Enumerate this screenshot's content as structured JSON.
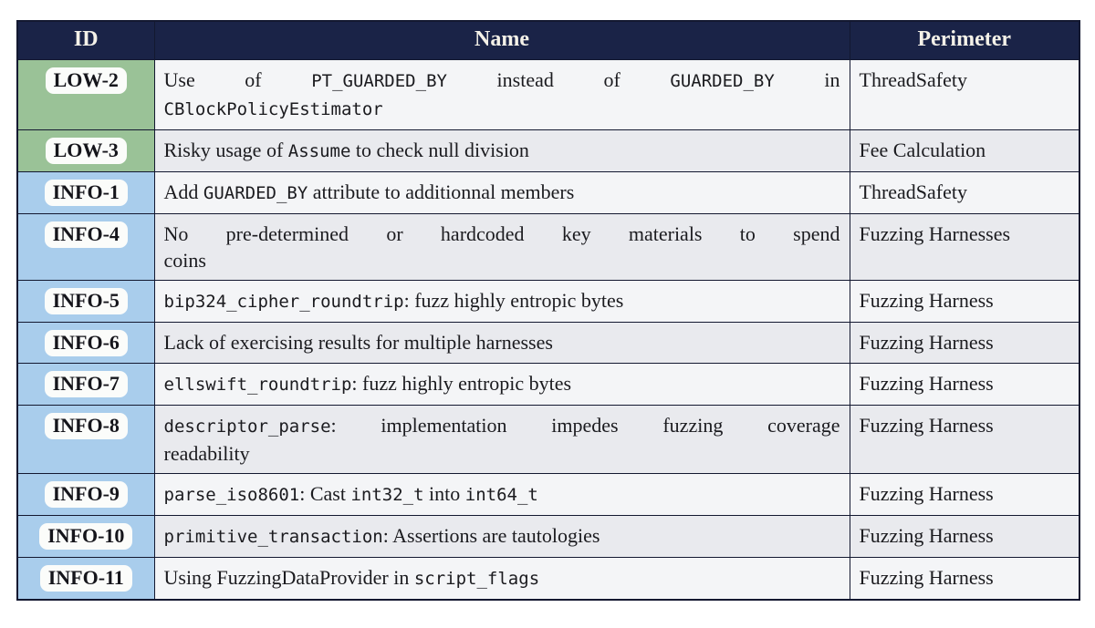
{
  "colors": {
    "header_bg": "#1a2347",
    "header_text": "#f4f1e8",
    "border": "#131830",
    "low_id_bg": "#9ac297",
    "info_id_bg": "#a9cdec",
    "badge_bg": "#fbfcfa",
    "row_light": "#f4f5f7",
    "row_dark": "#e9eaee",
    "text": "#1b1b1f"
  },
  "table": {
    "columns": [
      {
        "key": "id",
        "label": "ID"
      },
      {
        "key": "name",
        "label": "Name"
      },
      {
        "key": "perimeter",
        "label": "Perimeter"
      }
    ],
    "rows": [
      {
        "id": "LOW-2",
        "severity": "low",
        "justify": true,
        "name_lines": [
          [
            {
              "t": "Use of "
            },
            {
              "t": "PT_GUARDED_BY",
              "code": true
            },
            {
              "t": " instead of "
            },
            {
              "t": "GUARDED_BY",
              "code": true
            },
            {
              "t": " in"
            }
          ],
          [
            {
              "t": "CBlockPolicyEstimator",
              "code": true
            }
          ]
        ],
        "perimeter": "ThreadSafety"
      },
      {
        "id": "LOW-3",
        "severity": "low",
        "justify": false,
        "name_lines": [
          [
            {
              "t": "Risky usage of "
            },
            {
              "t": "Assume",
              "code": true
            },
            {
              "t": " to check null division"
            }
          ]
        ],
        "perimeter": "Fee Calculation"
      },
      {
        "id": "INFO-1",
        "severity": "info",
        "justify": false,
        "name_lines": [
          [
            {
              "t": "Add "
            },
            {
              "t": "GUARDED_BY",
              "code": true
            },
            {
              "t": " attribute to additionnal members"
            }
          ]
        ],
        "perimeter": "ThreadSafety"
      },
      {
        "id": "INFO-4",
        "severity": "info",
        "justify": true,
        "name_lines": [
          [
            {
              "t": "No pre-determined or hardcoded key materials to spend"
            }
          ],
          [
            {
              "t": "coins"
            }
          ]
        ],
        "perimeter": "Fuzzing Harnesses"
      },
      {
        "id": "INFO-5",
        "severity": "info",
        "justify": false,
        "name_lines": [
          [
            {
              "t": "bip324_cipher_roundtrip",
              "code": true
            },
            {
              "t": ": fuzz highly entropic bytes"
            }
          ]
        ],
        "perimeter": "Fuzzing Harness"
      },
      {
        "id": "INFO-6",
        "severity": "info",
        "justify": false,
        "name_lines": [
          [
            {
              "t": "Lack of exercising results for multiple harnesses"
            }
          ]
        ],
        "perimeter": "Fuzzing Harness"
      },
      {
        "id": "INFO-7",
        "severity": "info",
        "justify": false,
        "name_lines": [
          [
            {
              "t": "ellswift_roundtrip",
              "code": true
            },
            {
              "t": ": fuzz highly entropic bytes"
            }
          ]
        ],
        "perimeter": "Fuzzing Harness"
      },
      {
        "id": "INFO-8",
        "severity": "info",
        "justify": true,
        "name_lines": [
          [
            {
              "t": "descriptor_parse",
              "code": true
            },
            {
              "t": ": implementation impedes fuzzing coverage"
            }
          ],
          [
            {
              "t": "readability"
            }
          ]
        ],
        "perimeter": "Fuzzing Harness"
      },
      {
        "id": "INFO-9",
        "severity": "info",
        "justify": false,
        "name_lines": [
          [
            {
              "t": "parse_iso8601",
              "code": true
            },
            {
              "t": ": Cast "
            },
            {
              "t": "int32_t",
              "code": true
            },
            {
              "t": " into "
            },
            {
              "t": "int64_t",
              "code": true
            }
          ]
        ],
        "perimeter": "Fuzzing Harness"
      },
      {
        "id": "INFO-10",
        "severity": "info",
        "justify": false,
        "name_lines": [
          [
            {
              "t": "primitive_transaction",
              "code": true
            },
            {
              "t": ": Assertions are tautologies"
            }
          ]
        ],
        "perimeter": "Fuzzing Harness"
      },
      {
        "id": "INFO-11",
        "severity": "info",
        "justify": false,
        "name_lines": [
          [
            {
              "t": "Using FuzzingDataProvider in "
            },
            {
              "t": "script_flags",
              "code": true
            }
          ]
        ],
        "perimeter": "Fuzzing Harness"
      }
    ]
  }
}
